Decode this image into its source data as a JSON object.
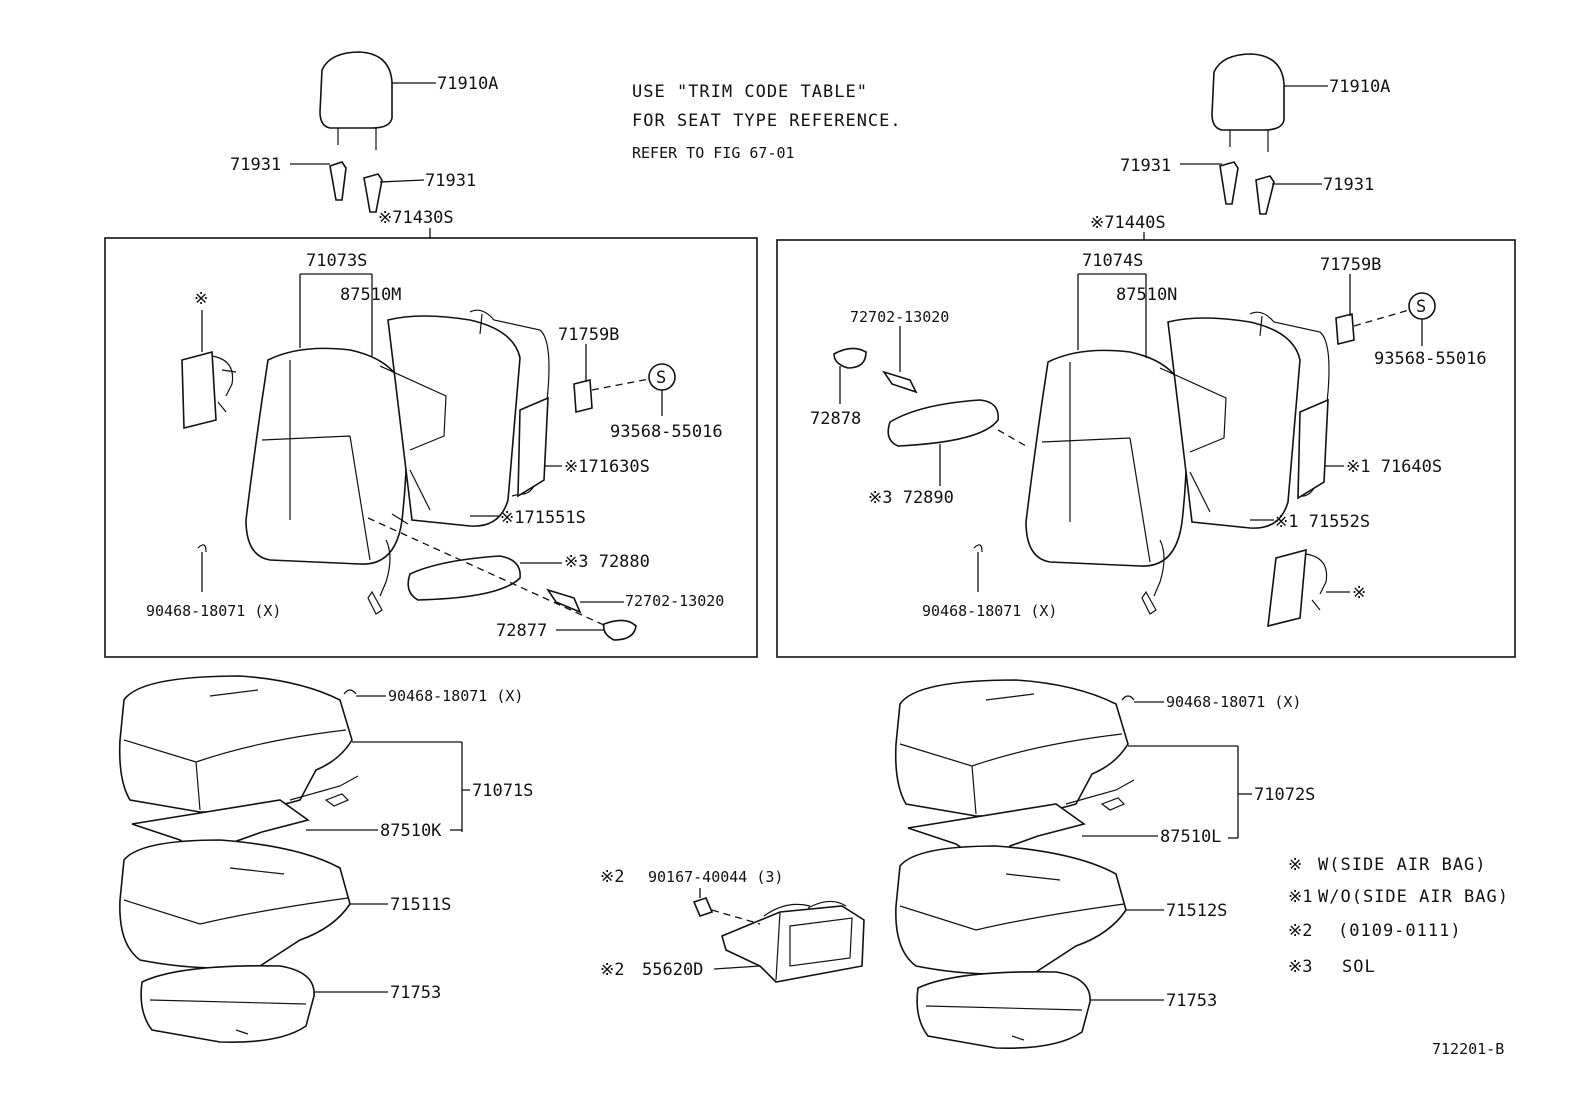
{
  "notes": {
    "line1": "USE \"TRIM CODE TABLE\"",
    "line2": "FOR SEAT TYPE REFERENCE.",
    "line3": "REFER TO FIG 67-01"
  },
  "legend": [
    {
      "mark": "※",
      "text": "W(SIDE AIR BAG)"
    },
    {
      "mark": "※1",
      "text": "W/O(SIDE AIR BAG)"
    },
    {
      "mark": "※2",
      "text": "(0109-0111)"
    },
    {
      "mark": "※3",
      "text": "SOL"
    }
  ],
  "figure_id": "712201-B",
  "left": {
    "headrest": "71910A",
    "guide_a": "71931",
    "guide_b": "71931",
    "assy": "※71430S",
    "cover": "71073S",
    "pad": "87510M",
    "bracket": "71759B",
    "screw": "93568-55016",
    "screw_mark": "S",
    "frame": "※171630S",
    "pad2": "※171551S",
    "airbag": "※",
    "armrest": "※3  72880",
    "bolt": "72702-13020",
    "cap": "72877",
    "hogring": "90468-18071 (X)"
  },
  "right": {
    "headrest": "71910A",
    "guide_a": "71931",
    "guide_b": "71931",
    "assy": "※71440S",
    "cover": "71074S",
    "pad": "87510N",
    "bracket": "71759B",
    "screw": "93568-55016",
    "screw_mark": "S",
    "bolt": "72702-13020",
    "cap": "72878",
    "armrest": "※3  72890",
    "frame": "※1 71640S",
    "pad2": "※1 71552S",
    "airbag": "※",
    "hogring": "90468-18071 (X)"
  },
  "cushion_left": {
    "hogring": "90468-18071 (X)",
    "cover": "71071S",
    "heater": "87510K",
    "pad": "71511S",
    "shield": "71753"
  },
  "cushion_right": {
    "hogring": "90468-18071 (X)",
    "cover": "71072S",
    "heater": "87510L",
    "pad": "71512S",
    "shield": "71753"
  },
  "center": {
    "mark_a": "※2",
    "bolt": "90167-40044 (3)",
    "mark_b": "※2",
    "holder": "55620D"
  }
}
